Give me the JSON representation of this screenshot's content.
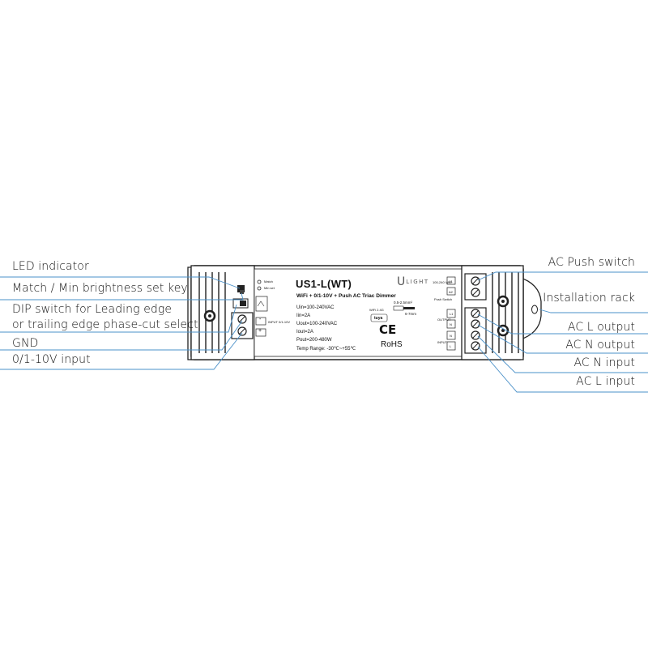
{
  "device": {
    "model": "US1-L(WT)",
    "subtitle": "WiFi + 0/1-10V + Push AC Triac Dimmer",
    "brand_u": "U",
    "brand_rest": "LIGHT",
    "specs": [
      "Uin=100-240VAC",
      "Iin=2A",
      "Uout=100-240VAC",
      "Iout=2A",
      "Pout=200-480W",
      "Temp Range: -30℃~+55℃"
    ],
    "ce_mark": "CE",
    "rohs_mark": "RoHS",
    "wire_strip": "0.5-2.5mm²",
    "wire_length": "6-7mm",
    "wifi_label": "WiFi 2.4G",
    "tuya_label": "tuya",
    "left_terminal_labels": [
      "Match",
      "Min set"
    ],
    "left_input_label": "INPUT 0/1-10V",
    "minus_sign": "-",
    "plus_sign": "+",
    "right_top_labels": [
      "A1",
      "A2"
    ],
    "right_top_caption": "Push Switch",
    "right_top_side": "100-240 VAC",
    "output_label": "OUTPUT",
    "input_label": "INPUT",
    "right_terminal_labels": [
      "L1",
      "N",
      "N",
      "L"
    ]
  },
  "callouts_left": {
    "led_indicator": "LED indicator",
    "match_key": "Match / Min brightness set key",
    "dip_switch_1": "DIP switch for Leading edge",
    "dip_switch_2": "or trailing edge phase-cut select",
    "gnd": "GND",
    "input_0_10v": "0/1-10V input"
  },
  "callouts_right": {
    "ac_push_switch": "AC Push switch",
    "installation_rack": "Installation rack",
    "ac_l_output": "AC L output",
    "ac_n_output": "AC N output",
    "ac_n_input": "AC N input",
    "ac_l_input": "AC L input"
  },
  "colors": {
    "leader_line": "#4a90c8",
    "outline": "#222222"
  }
}
